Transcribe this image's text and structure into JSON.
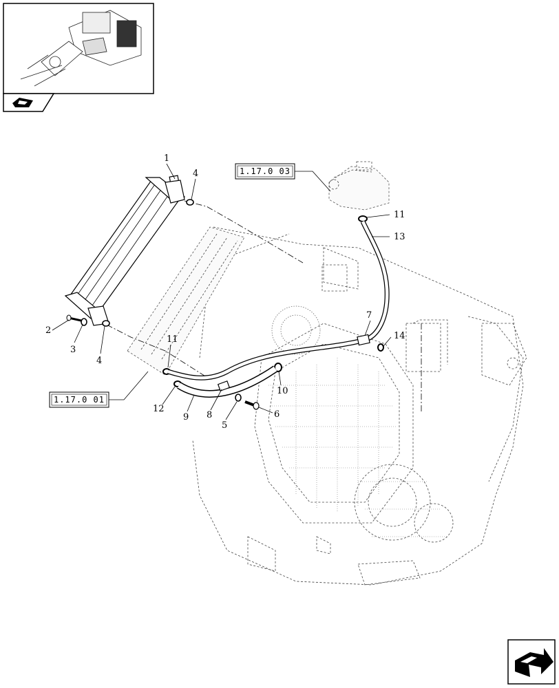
{
  "thumbnail": {
    "description_icon": "tractor-assembly-thumbnail-icon"
  },
  "nav_icons": {
    "prev": "back-arrow-icon",
    "next": "next-page-arrow-icon"
  },
  "references": {
    "expansion_tank_ref": "1.17.0 03",
    "radiator_ref": "1.17.0 01"
  },
  "callouts": {
    "c1": "1",
    "c2": "2",
    "c3": "3",
    "c4a": "4",
    "c4b": "4",
    "c5": "5",
    "c6": "6",
    "c7": "7",
    "c8": "8",
    "c9": "9",
    "c10": "10",
    "c11a": "11",
    "c11b": "11",
    "c12": "12",
    "c13": "13",
    "c14": "14"
  }
}
